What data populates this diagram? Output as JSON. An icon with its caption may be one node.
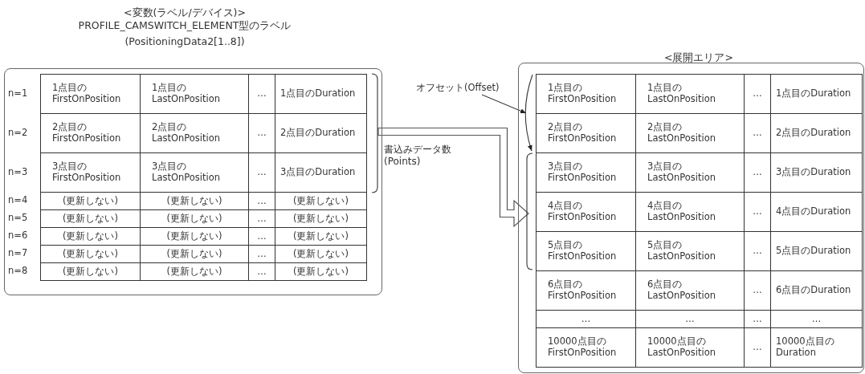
{
  "diagram": {
    "nodes": [
      {
        "text": [
          "<変数(ラベル/デバイス)> PROFILE_CAMSWITCH_ELEMENT型のラベル",
          "(PositioningData2[1..8])"
        ]
      },
      {
        "text": [
          "<展開エリア>"
        ]
      },
      {
        "text": [],
        "shape": "bracket",
        "in": 0
      },
      {
        "text": [
          "オフセット(Offset)"
        ]
      },
      {
        "text": [],
        "shape": "arc",
        "in": 1
      },
      {
        "text": [],
        "shape": "bracket",
        "in": 1
      }
    ],
    "edges": [
      {
        "from": 2,
        "to": 5,
        "arrow": "to",
        "label": "書込みデータ数 (Points)",
        "style": "thick"
      },
      {
        "from": 3,
        "to": 4,
        "arrow": "to"
      }
    ],
    "labels": [
      "n=1",
      "1点目の FirstOnPosition",
      "1点目の LastOnPosition",
      "…",
      "1点目のDuration",
      "n=2",
      "2点目の FirstOnPosition",
      "2点目の LastOnPosition",
      "…",
      "2点目のDuration",
      "n=3",
      "3点目の FirstOnPosition",
      "3点目の LastOnPosition",
      "…",
      "3点目のDuration",
      "n=4",
      "(更新しない)",
      "(更新しない)",
      "…",
      "(更新しない)",
      "n=5",
      "(更新しない)",
      "(更新しない)",
      "…",
      "(更新しない)",
      "n=6",
      "(更新しない)",
      "(更新しない)",
      "…",
      "(更新しない)",
      "n=7",
      "(更新しない)",
      "(更新しない)",
      "…",
      "(更新しない)",
      "n=8",
      "(更新しない)",
      "(更新しない)",
      "…",
      "(更新しない)",
      "1点目の FirstOnPosition",
      "1点目の LastOnPosition",
      "…",
      "1点目のDuration",
      "2点目の FirstOnPosition",
      "2点目の LastOnPosition",
      "…",
      "2点目のDuration",
      "3点目の FirstOnPosition",
      "3点目の LastOnPosition",
      "…",
      "3点目のDuration",
      "4点目の FirstOnPosition",
      "4点目の LastOnPosition",
      "…",
      "4点目のDuration",
      "5点目の FirstOnPosition",
      "5点目の LastOnPosition",
      "…",
      "5点目のDuration",
      "6点目の FirstOnPosition",
      "6点目の LastOnPosition",
      "…",
      "6点目のDuration",
      "…",
      "…",
      "…",
      "…",
      "10000点目の FirstOnPosition",
      "10000点目の LastOnPosition",
      "…",
      "10000点目の Duration"
    ]
  }
}
